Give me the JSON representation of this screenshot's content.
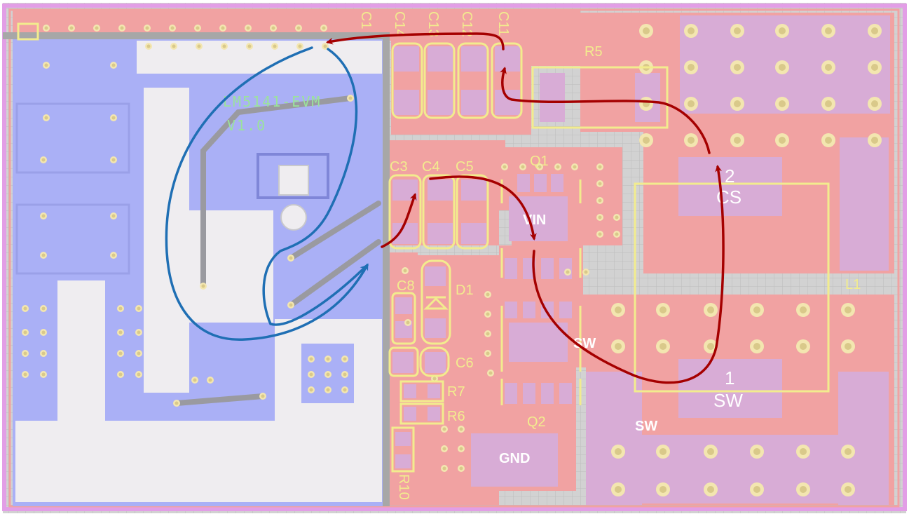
{
  "board": {
    "silkscreen_title": "LM5141-EVM",
    "silkscreen_version": "V1.0"
  },
  "components": {
    "c1": "C1",
    "c14": "C14",
    "c13": "C13",
    "c12": "C12",
    "c11": "C11",
    "r5": "R5",
    "c3": "C3",
    "c4": "C4",
    "c5": "C5",
    "q1": "Q1",
    "c8": "C8",
    "d1": "D1",
    "c6": "C6",
    "r7": "R7",
    "r6": "R6",
    "r10": "R10",
    "q2": "Q2",
    "l1": "L1"
  },
  "nets": {
    "vin": "VIN",
    "sw_q1": "SW",
    "sw_bottom": "SW",
    "gnd": "GND"
  },
  "inductor_pads": {
    "pad2_num": "2",
    "pad2_net": "CS",
    "pad1_num": "1",
    "pad1_net": "SW"
  },
  "colors": {
    "top_copper": "#f1a2a2",
    "bottom_copper": "#aab0f6",
    "pad_overlap": "#d8acd6",
    "silkscreen": "#f2ec8e",
    "hot_loop_arrow": "#a50000",
    "gate_loop_arrow": "#1f6fb4",
    "board_outline": "#e29ee6"
  }
}
